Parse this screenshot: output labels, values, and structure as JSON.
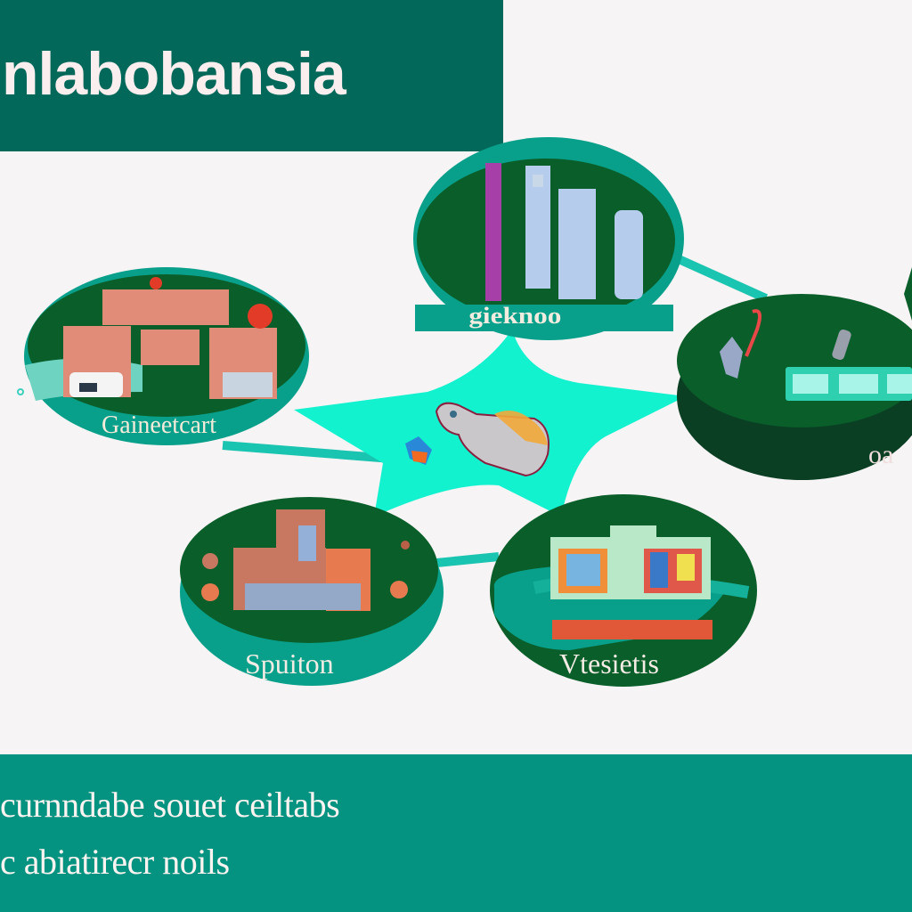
{
  "header": {
    "title": "nlabobansia"
  },
  "diagram": {
    "center": {
      "label": "",
      "icon": "hub-device-icon"
    },
    "nodes": [
      {
        "id": "top",
        "label": "gieknoo",
        "icon": "industrial-towers-icon"
      },
      {
        "id": "left",
        "label": "Gaineetcart",
        "icon": "building-facade-icon"
      },
      {
        "id": "right",
        "label": "oa",
        "icon": "control-panel-icon"
      },
      {
        "id": "bottom-left",
        "label": "Spuiton",
        "icon": "factory-floorplan-icon"
      },
      {
        "id": "bottom-right",
        "label": "Vtesietis",
        "icon": "gallery-display-icon"
      }
    ]
  },
  "footer": {
    "line1": "curnndabe souet ceiltabs",
    "line2": "c abiatirecr noils"
  },
  "colors": {
    "header_bg": "#02685a",
    "footer_bg": "#039380",
    "node_dark": "#0a5e2a",
    "node_ring": "#08a08a",
    "connector": "#19d2bb",
    "center_star": "#12f2cf",
    "background": "#f6f4f4"
  }
}
